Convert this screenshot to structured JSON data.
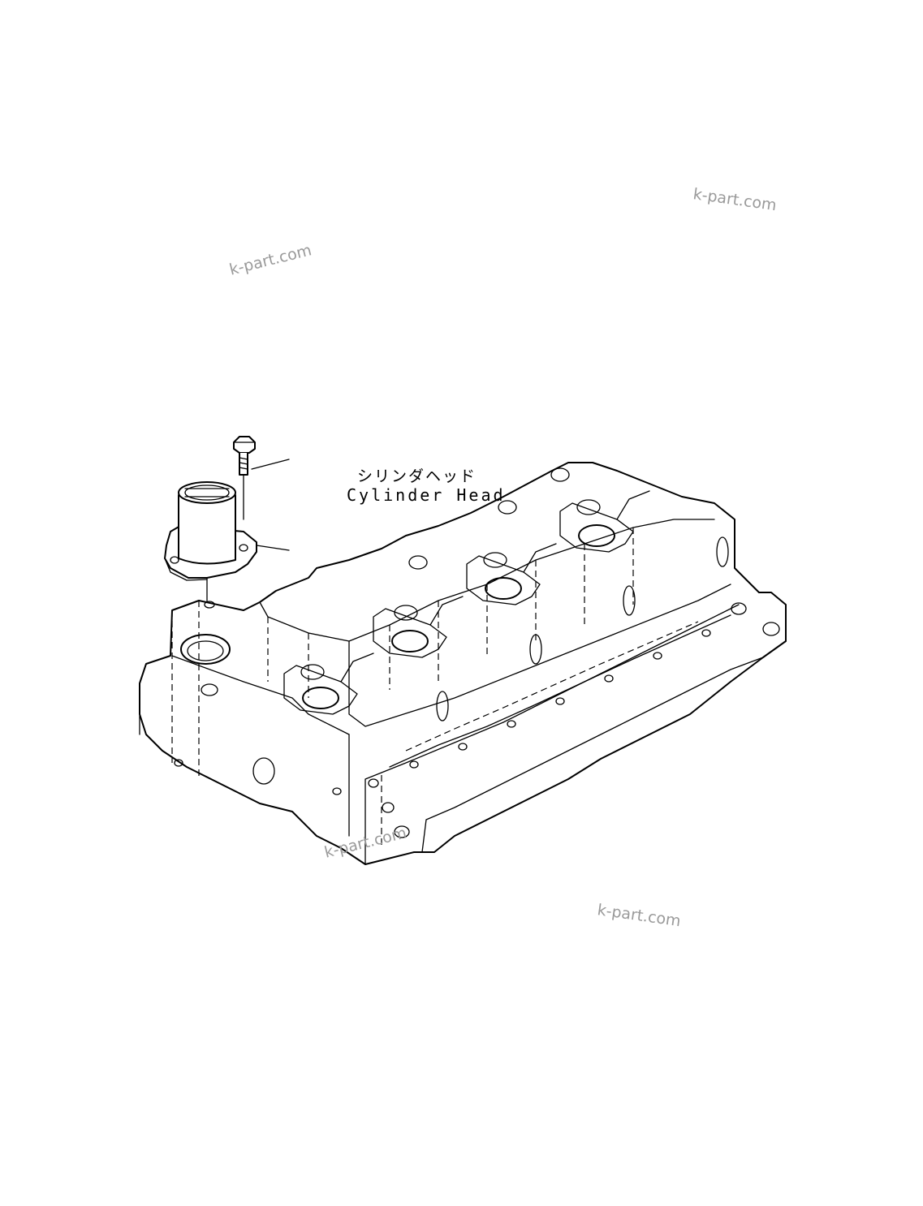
{
  "labels": {
    "part_name_jp": "シリンダヘッド",
    "part_name_en": "Cylinder Head"
  },
  "watermarks": [
    "k-part.com",
    "k-part.com",
    "k-part.com",
    "k-part.com"
  ],
  "colors": {
    "line": "#000000",
    "watermark": "#9a9a9a",
    "background": "#ffffff"
  }
}
